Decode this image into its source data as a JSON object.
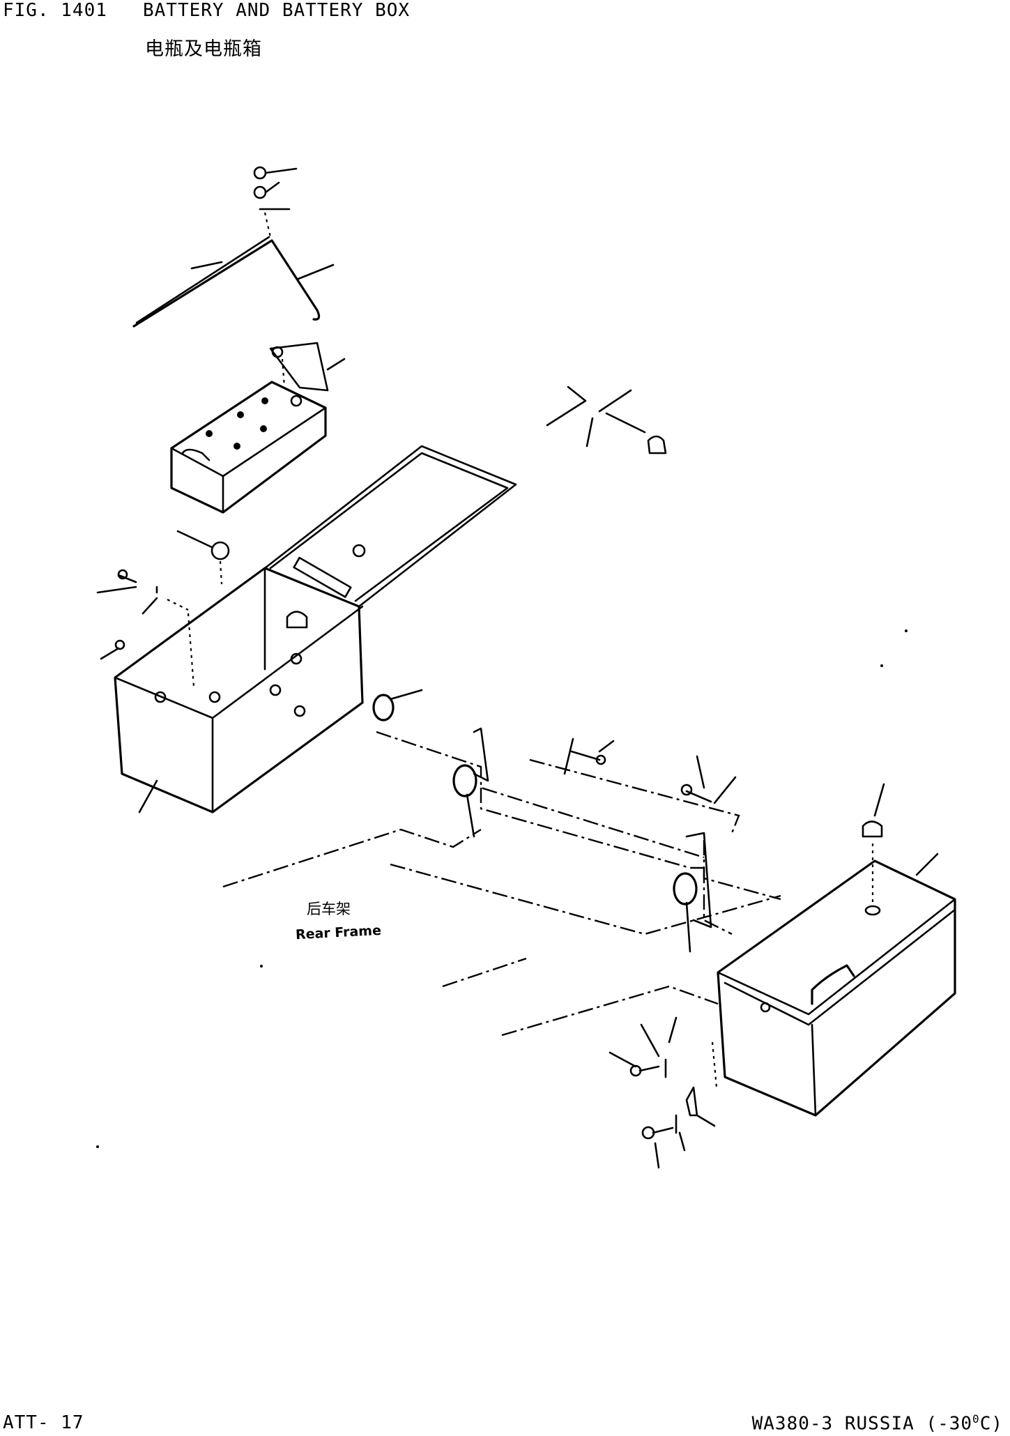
{
  "header": {
    "figure_number": "FIG. 1401",
    "title_en": "BATTERY AND BATTERY BOX",
    "title_cn": "电瓶及电瓶箱"
  },
  "diagram": {
    "labels": {
      "rear_frame_cn": "后车架",
      "rear_frame_en": "Rear Frame"
    }
  },
  "footer": {
    "page_ref": "ATT- 17",
    "model_prefix": "WA380-3 RUSSIA (-30",
    "model_degree": "0",
    "model_suffix": "C)"
  }
}
